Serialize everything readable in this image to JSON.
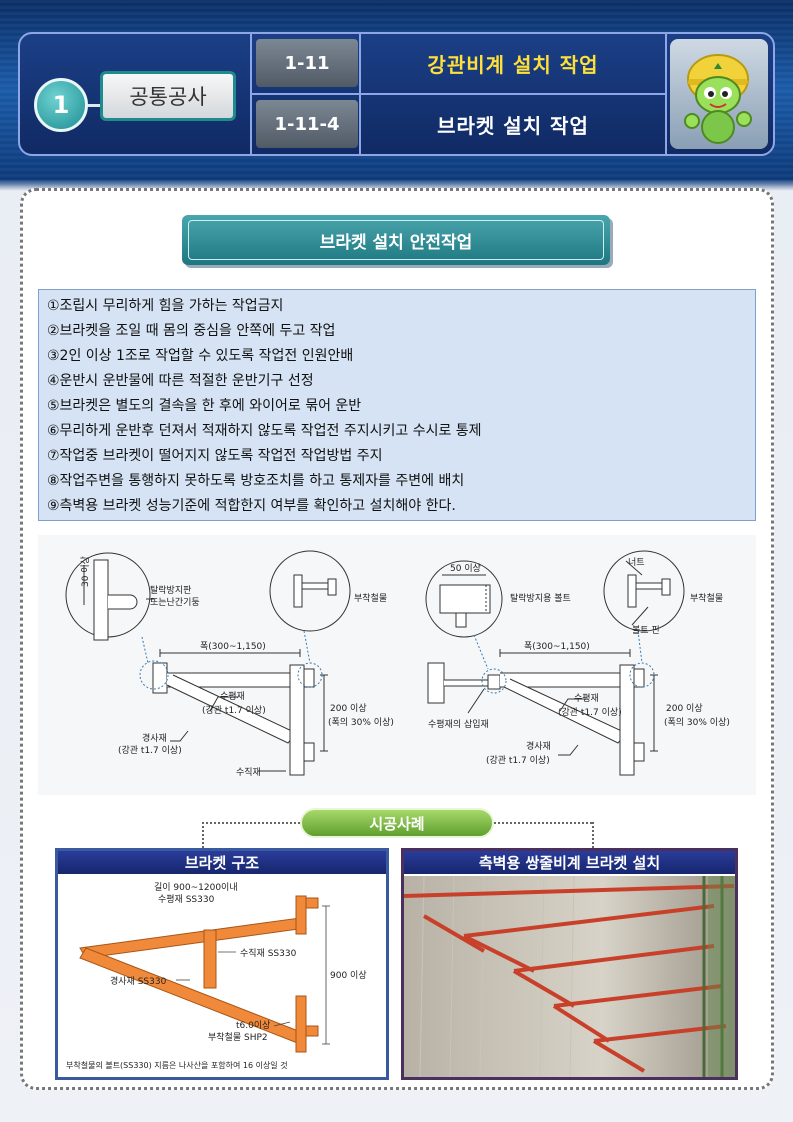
{
  "header": {
    "section_number": "1",
    "category": "공통공사",
    "code_main": "1-11",
    "code_sub": "1-11-4",
    "title_main": "강관비계 설치 작업",
    "title_sub": "브라켓 설치 작업"
  },
  "section_title": "브라켓 설치 안전작업",
  "rules": [
    "①조립시 무리하게 힘을 가하는 작업금지",
    "②브라켓을 조일 때 몸의 중심을 안쪽에 두고 작업",
    "③2인 이상 1조로 작업할 수 있도록 작업전 인원안배",
    "④운반시 운반물에 따른 적절한 운반기구 선정",
    "⑤브라켓은 별도의 결속을 한 후에 와이어로 묶어 운반",
    "⑥무리하게 운반후 던져서 적재하지 않도록 작업전 주지시키고 수시로 통제",
    "⑦작업중 브라켓이 떨어지지 않도록 작업전 작업방법 주지",
    "⑧작업주변을 통행하지 못하도록 방호조치를 하고 통제자를 주변에 배치",
    "⑨측벽용 브라켓 성능기준에 적합한지 여부를 확인하고 설치해야 한다."
  ],
  "diagram_left": {
    "dim_30": "30 이상",
    "anti_fall": "탈락방지판",
    "anti_fall2": "또는난간기둥",
    "attach": "부착철물",
    "width": "폭(300~1,150)",
    "horizontal": "수평재",
    "horizontal_spec": "(강관 t1.7 이상)",
    "dim_200": "200 이상",
    "dim_200_note": "(폭의 30% 이상)",
    "diagonal": "경사재",
    "diagonal_spec": "(강관 t1.7 이상)",
    "vertical": "수직재"
  },
  "diagram_right": {
    "dim_50": "50 이상",
    "anti_fall_bolt": "탈락방지용 볼트",
    "nut": "너트",
    "attach": "부착철물",
    "bolt_pin": "볼트 핀",
    "width": "폭(300~1,150)",
    "horizontal": "수평재",
    "horizontal_spec": "(강관 t1.7 이상)",
    "dim_200": "200 이상",
    "dim_200_note": "(폭의 30% 이상)",
    "vertical_insert": "수평재의 삽입재",
    "diagonal": "경사재",
    "diagonal_spec": "(강관 t1.7 이상)"
  },
  "example_label": "시공사례",
  "card1": {
    "title": "브라켓 구조",
    "length": "길이 900~1200이내",
    "horiz": "수평재 SS330",
    "vert": "수직재 SS330",
    "diag": "경사재 SS330",
    "height": "900 이상",
    "thick": "t6.0이상",
    "attach": "부착철물 SHP2",
    "note": "부착철물의 볼트(SS330) 지름은 나사산을 포함하여 16 이상일 것"
  },
  "card2": {
    "title": "측벽용 쌍줄비계 브라켓 설치"
  }
}
